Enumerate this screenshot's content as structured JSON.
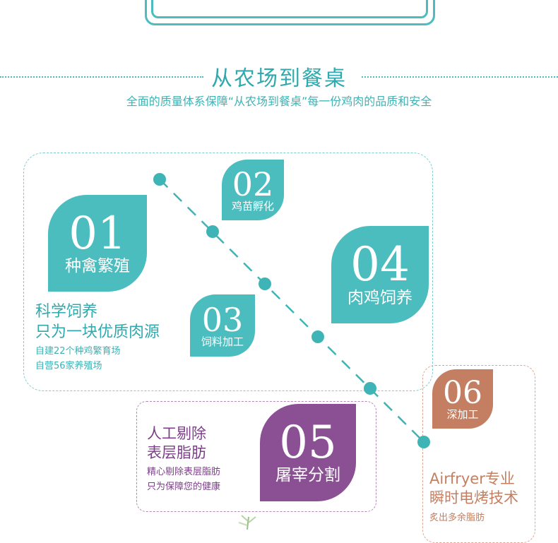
{
  "section": {
    "title": "从农场到餐桌",
    "subtitle": "全面的质量体系保障“从农场到餐桌”每一份鸡肉的品质和安全"
  },
  "steps": [
    {
      "num": "01",
      "label": "种禽繁殖"
    },
    {
      "num": "02",
      "label": "鸡苗孵化"
    },
    {
      "num": "03",
      "label": "饲料加工"
    },
    {
      "num": "04",
      "label": "肉鸡饲养"
    },
    {
      "num": "05",
      "label": "屠宰分割"
    },
    {
      "num": "06",
      "label": "深加工"
    }
  ],
  "blocks": {
    "breeding": {
      "headline": [
        "科学饲养",
        "只为一块优质肉源"
      ],
      "details": [
        "自建22个种鸡繁育场",
        "自营56家养殖场"
      ]
    },
    "slaughter": {
      "headline": [
        "人工剔除",
        "表层脂肪"
      ],
      "details": [
        "精心剔除表层脂肪",
        "只为保障您的健康"
      ]
    },
    "processing": {
      "headline": [
        "Airfryer专业",
        "瞬时电烤技术"
      ],
      "details": [
        "炙出多余脂肪"
      ]
    }
  },
  "colors": {
    "teal": "#4bbdbf",
    "purple": "#8a5093",
    "brown": "#c47f62"
  }
}
